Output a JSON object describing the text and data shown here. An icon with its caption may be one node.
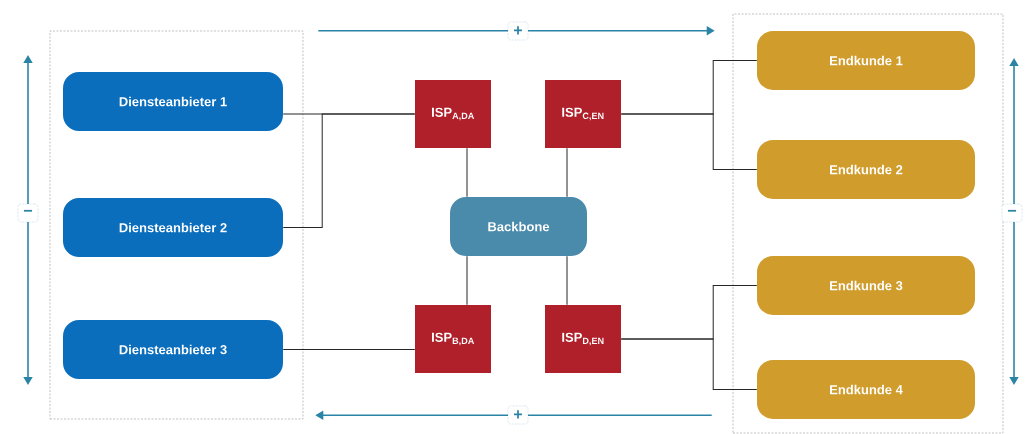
{
  "diagram": {
    "nodes": [
      {
        "text": [],
        "shape": "box"
      },
      {
        "text": [
          "Diensteanbieter 1"
        ],
        "in": 0
      },
      {
        "text": [
          "Diensteanbieter 2"
        ],
        "in": 0
      },
      {
        "text": [
          "Diensteanbieter 3"
        ],
        "in": 0
      },
      {
        "text": [],
        "shape": "box"
      },
      {
        "text": [
          "Endkunde 1"
        ],
        "in": 4
      },
      {
        "text": [
          "Endkunde 2"
        ],
        "in": 4
      },
      {
        "text": [
          "Endkunde 3"
        ],
        "in": 4
      },
      {
        "text": [
          "Endkunde 4"
        ],
        "in": 4
      },
      {
        "text": [
          "ISP$_{A,DA}$"
        ]
      },
      {
        "text": [
          "ISP$_{C,EN}$"
        ]
      },
      {
        "text": [
          "Backbone"
        ]
      },
      {
        "text": [
          "ISP$_{B,DA}$"
        ]
      },
      {
        "text": [
          "ISP$_{D,EN}$"
        ]
      }
    ],
    "edges": [
      {
        "from": 1,
        "to": 9,
        "arrow": "none"
      },
      {
        "from": 2,
        "to": 9,
        "arrow": "none"
      },
      {
        "from": 3,
        "to": 12,
        "arrow": "none"
      },
      {
        "from": 9,
        "to": 11,
        "arrow": "none"
      },
      {
        "from": 10,
        "to": 11,
        "arrow": "none"
      },
      {
        "from": 11,
        "to": 12,
        "arrow": "none"
      },
      {
        "from": 11,
        "to": 13,
        "arrow": "none"
      },
      {
        "from": 10,
        "to": 5,
        "arrow": "none"
      },
      {
        "from": 10,
        "to": 6,
        "arrow": "none"
      },
      {
        "from": 13,
        "to": 7,
        "arrow": "none"
      },
      {
        "from": 13,
        "to": 8,
        "arrow": "none"
      },
      {
        "from": 0,
        "to": 4,
        "arrow": "to",
        "label": "+",
        "color": "#2b84a6"
      },
      {
        "from": 4,
        "to": 0,
        "arrow": "to",
        "label": "+",
        "color": "#2b84a6"
      }
    ],
    "labels": [
      "−",
      "−"
    ]
  }
}
